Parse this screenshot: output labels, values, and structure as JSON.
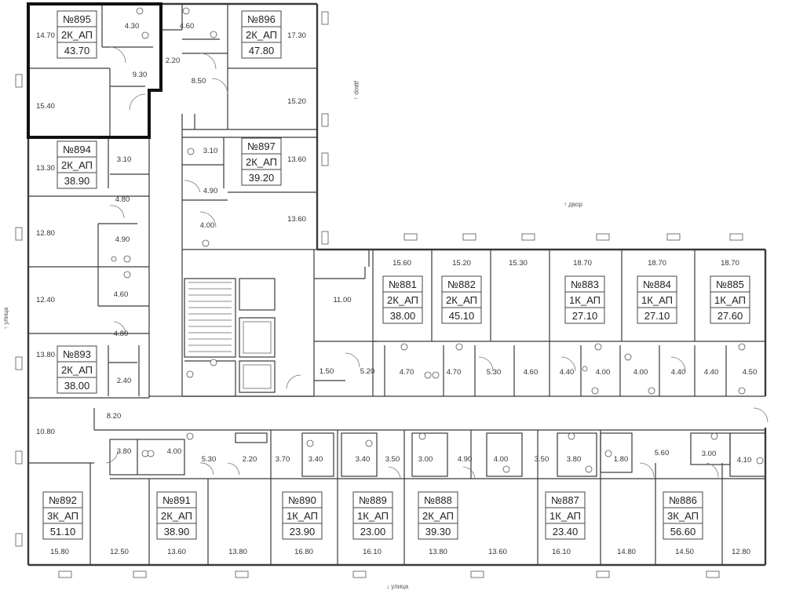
{
  "units": [
    {
      "id": "895",
      "number": "№895",
      "type": "2К_АП",
      "area": "43.70",
      "selected": true
    },
    {
      "id": "896",
      "number": "№896",
      "type": "2К_АП",
      "area": "47.80"
    },
    {
      "id": "894",
      "number": "№894",
      "type": "2К_АП",
      "area": "38.90"
    },
    {
      "id": "897",
      "number": "№897",
      "type": "2К_АП",
      "area": "39.20"
    },
    {
      "id": "893",
      "number": "№893",
      "type": "2К_АП",
      "area": "38.00"
    },
    {
      "id": "881",
      "number": "№881",
      "type": "2К_АП",
      "area": "38.00"
    },
    {
      "id": "882",
      "number": "№882",
      "type": "2К_АП",
      "area": "45.10"
    },
    {
      "id": "883",
      "number": "№883",
      "type": "1К_АП",
      "area": "27.10"
    },
    {
      "id": "884",
      "number": "№884",
      "type": "1К_АП",
      "area": "27.10"
    },
    {
      "id": "885",
      "number": "№885",
      "type": "1К_АП",
      "area": "27.60"
    },
    {
      "id": "892",
      "number": "№892",
      "type": "3К_АП",
      "area": "51.10"
    },
    {
      "id": "891",
      "number": "№891",
      "type": "2К_АП",
      "area": "38.90"
    },
    {
      "id": "890",
      "number": "№890",
      "type": "1К_АП",
      "area": "23.90"
    },
    {
      "id": "889",
      "number": "№889",
      "type": "1К_АП",
      "area": "23.00"
    },
    {
      "id": "888",
      "number": "№888",
      "type": "2К_АП",
      "area": "39.30"
    },
    {
      "id": "887",
      "number": "№887",
      "type": "1К_АП",
      "area": "23.40"
    },
    {
      "id": "886",
      "number": "№886",
      "type": "3К_АП",
      "area": "56.60"
    }
  ],
  "room_areas": [
    "14.70",
    "4.30",
    "9.30",
    "15.40",
    "4.60",
    "2.20",
    "8.50",
    "17.30",
    "15.20",
    "13.30",
    "3.10",
    "4.80",
    "12.80",
    "4.90",
    "12.40",
    "4.60",
    "4.80",
    "13.80",
    "2.40",
    "3.10",
    "13.60",
    "4.90",
    "4.00",
    "13.60",
    "8.20",
    "10.80",
    "11.00",
    "1.50",
    "5.20",
    "15.60",
    "4.70",
    "15.20",
    "4.70",
    "15.30",
    "5.30",
    "4.60",
    "18.70",
    "4.40",
    "4.00",
    "18.70",
    "4.00",
    "4.40",
    "18.70",
    "4.40",
    "4.50",
    "3.80",
    "4.00",
    "5.30",
    "2.20",
    "3.70",
    "3.40",
    "3.40",
    "3.50",
    "3.00",
    "4.90",
    "4.00",
    "3.50",
    "3.80",
    "1.80",
    "5.60",
    "3.00",
    "4.10",
    "15.80",
    "12.50",
    "13.60",
    "13.80",
    "16.80",
    "16.10",
    "13.80",
    "13.60",
    "16.10",
    "14.80",
    "14.50",
    "12.80"
  ],
  "street_labels": {
    "left": "↑ улица",
    "bottom": "↓ улица"
  },
  "yard_labels": {
    "upper": "двор ↓",
    "middle": "↑ двор"
  }
}
